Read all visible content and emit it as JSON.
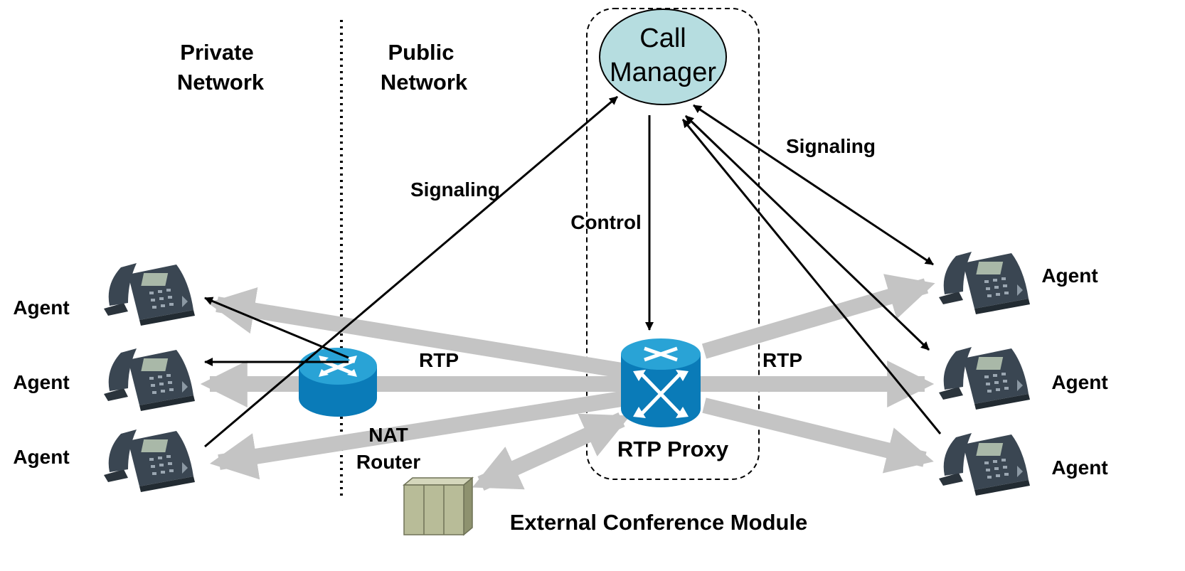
{
  "regions": {
    "private": [
      "Private",
      "Network"
    ],
    "public": [
      "Public",
      "Network"
    ]
  },
  "nodes": {
    "call_manager": [
      "Call",
      "Manager"
    ],
    "rtp_proxy": "RTP Proxy",
    "nat_router": [
      "NAT",
      "Router"
    ],
    "conference_module": "External Conference Module"
  },
  "agents": {
    "left": [
      "Agent",
      "Agent",
      "Agent"
    ],
    "right": [
      "Agent",
      "Agent",
      "Agent"
    ]
  },
  "flow_labels": {
    "signaling_left": "Signaling",
    "signaling_right": "Signaling",
    "control": "Control",
    "rtp_left": "RTP",
    "rtp_right": "RTP"
  },
  "colors": {
    "rtp_arrow": "#c4c4c4",
    "call_manager_fill": "#b6dde0",
    "router_top": "#29a3d6",
    "router_side": "#0a7bb8",
    "phone_body": "#3a4652",
    "server_fill": "#b8bc98"
  },
  "icons": [
    "ip-phone-icon",
    "router-icon",
    "switch-icon",
    "server-icon"
  ]
}
